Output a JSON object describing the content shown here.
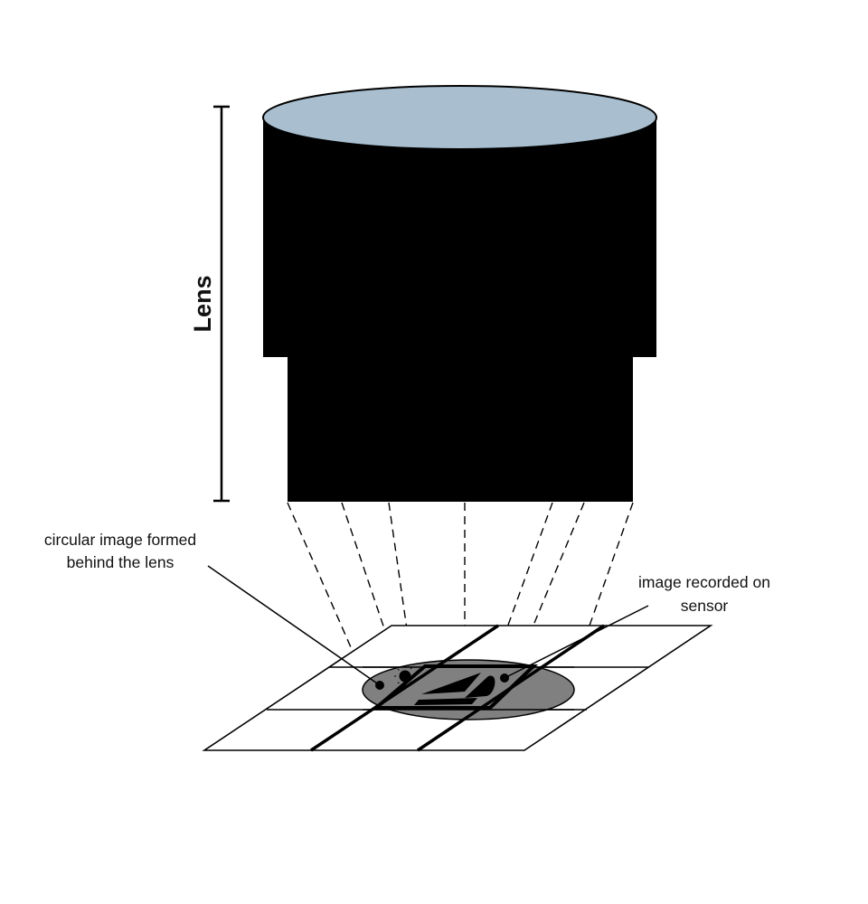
{
  "diagram": {
    "title_label": "Lens",
    "callouts": {
      "circular_image": {
        "line1": "circular image formed",
        "line2": "behind the lens"
      },
      "sensor_image": {
        "line1": "image recorded on",
        "line2": "sensor"
      }
    },
    "icons": [
      "sun-icon",
      "sailboat-icon"
    ],
    "colors": {
      "lens_body": "#000000",
      "lens_glass": "#a9bfcf",
      "image_circle": "#808080",
      "background": "#ffffff",
      "lines": "#000000"
    }
  }
}
